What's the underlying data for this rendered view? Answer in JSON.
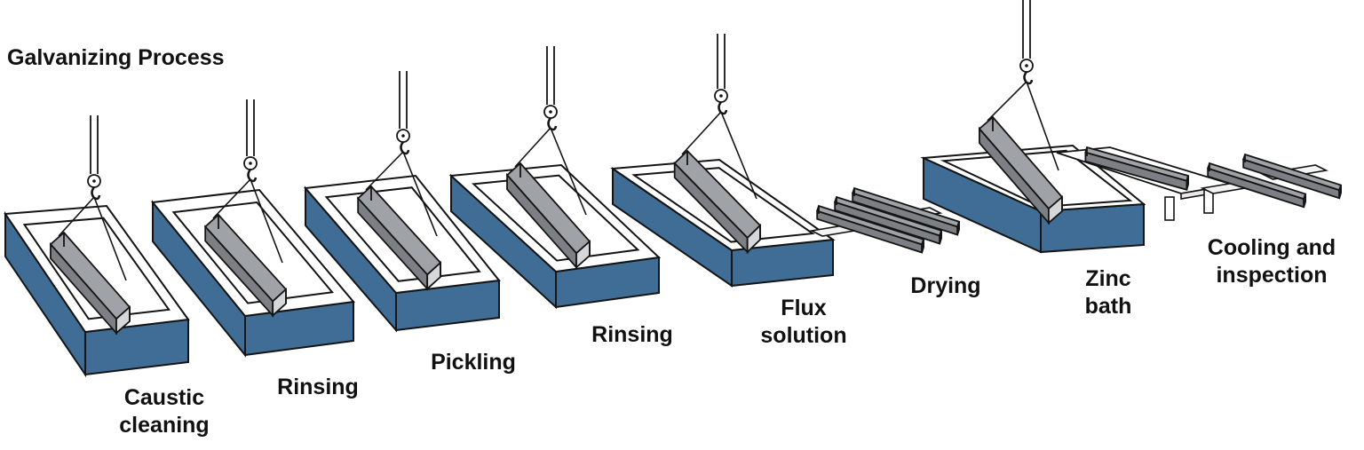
{
  "title": "Galvanizing Process",
  "colors": {
    "tank_blue": "#3f6d95",
    "steel": "#9fa2a6",
    "steel_dark": "#7c7f83",
    "outline": "#141414"
  },
  "steps": [
    {
      "id": "caustic",
      "lines": [
        "Caustic",
        "cleaning"
      ],
      "kind": "tank"
    },
    {
      "id": "rinsing-1",
      "lines": [
        "Rinsing"
      ],
      "kind": "tank"
    },
    {
      "id": "pickling",
      "lines": [
        "Pickling"
      ],
      "kind": "tank"
    },
    {
      "id": "rinsing-2",
      "lines": [
        "Rinsing"
      ],
      "kind": "tank"
    },
    {
      "id": "flux",
      "lines": [
        "Flux",
        "solution"
      ],
      "kind": "tank"
    },
    {
      "id": "drying",
      "lines": [
        "Drying"
      ],
      "kind": "rack"
    },
    {
      "id": "zinc",
      "lines": [
        "Zinc",
        "bath"
      ],
      "kind": "tank"
    },
    {
      "id": "cooling",
      "lines": [
        "Cooling and",
        "inspection"
      ],
      "kind": "rack"
    }
  ]
}
